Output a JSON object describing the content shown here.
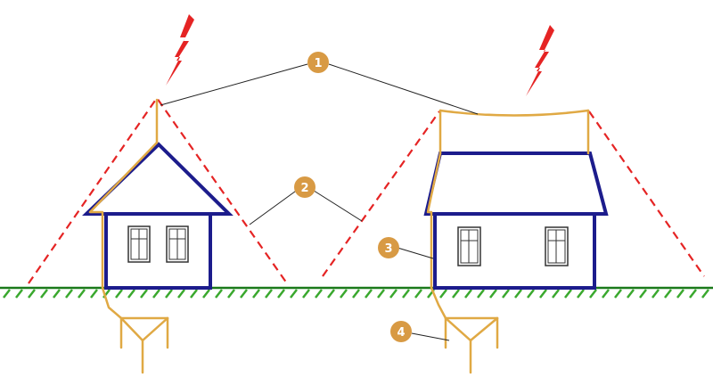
{
  "colors": {
    "background": "#ffffff",
    "house_outline": "#1c1c8c",
    "conductor": "#e0a944",
    "protection_zone": "#e52424",
    "lightning": "#e52424",
    "ground_line": "#1b7a1b",
    "ground_hatch": "#3aa82e",
    "leader_line": "#222222",
    "marker_fill": "#d89a44",
    "marker_text": "#ffffff",
    "window_outline": "#333333"
  },
  "markers": [
    {
      "id": "1",
      "label": "1"
    },
    {
      "id": "2",
      "label": "2"
    },
    {
      "id": "3",
      "label": "3"
    },
    {
      "id": "4",
      "label": "4"
    }
  ],
  "icons": {
    "lightning": "lightning-bolt-icon"
  }
}
